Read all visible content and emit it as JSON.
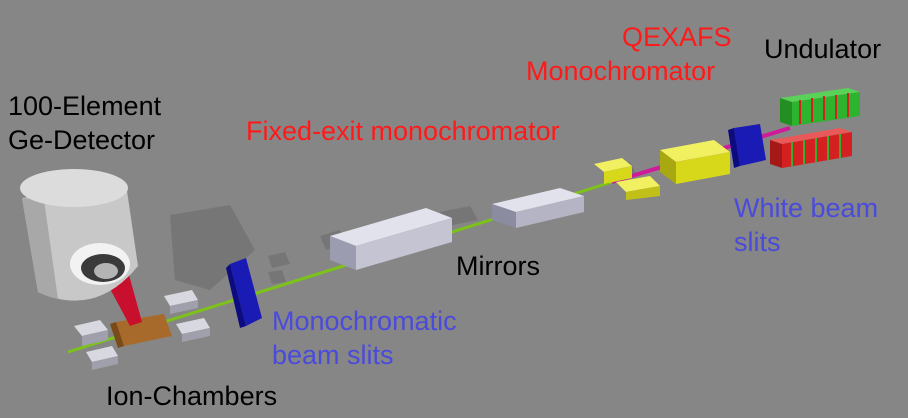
{
  "labels": {
    "detector_line1": "100-Element",
    "detector_line2": "Ge-Detector",
    "fixed_exit": "Fixed-exit monochromator",
    "qexafs_line1": "QEXAFS",
    "qexafs_line2": "Monochromator",
    "undulator": "Undulator",
    "white_slits_line1": "White beam",
    "white_slits_line2": "slits",
    "mirrors": "Mirrors",
    "mono_slits_line1": "Monochromatic",
    "mono_slits_line2": "beam slits",
    "ion_chambers": "Ion-Chambers"
  },
  "colors": {
    "background": "#868686",
    "black_label": "#000000",
    "red_label": "#ff1a1a",
    "blue_label": "#4a4adc",
    "beam": "#7cc21a",
    "white_beam": "#d01a9c",
    "slits": "#1a1ab4",
    "mono": "#d8d81a",
    "mirror": "#c4c4d2",
    "undulator_green": "#2db32d",
    "undulator_red": "#d42020",
    "detector": "#c8c8c8",
    "fluorescence": "#c8102e",
    "ion_chamber": "#a86a2a"
  }
}
